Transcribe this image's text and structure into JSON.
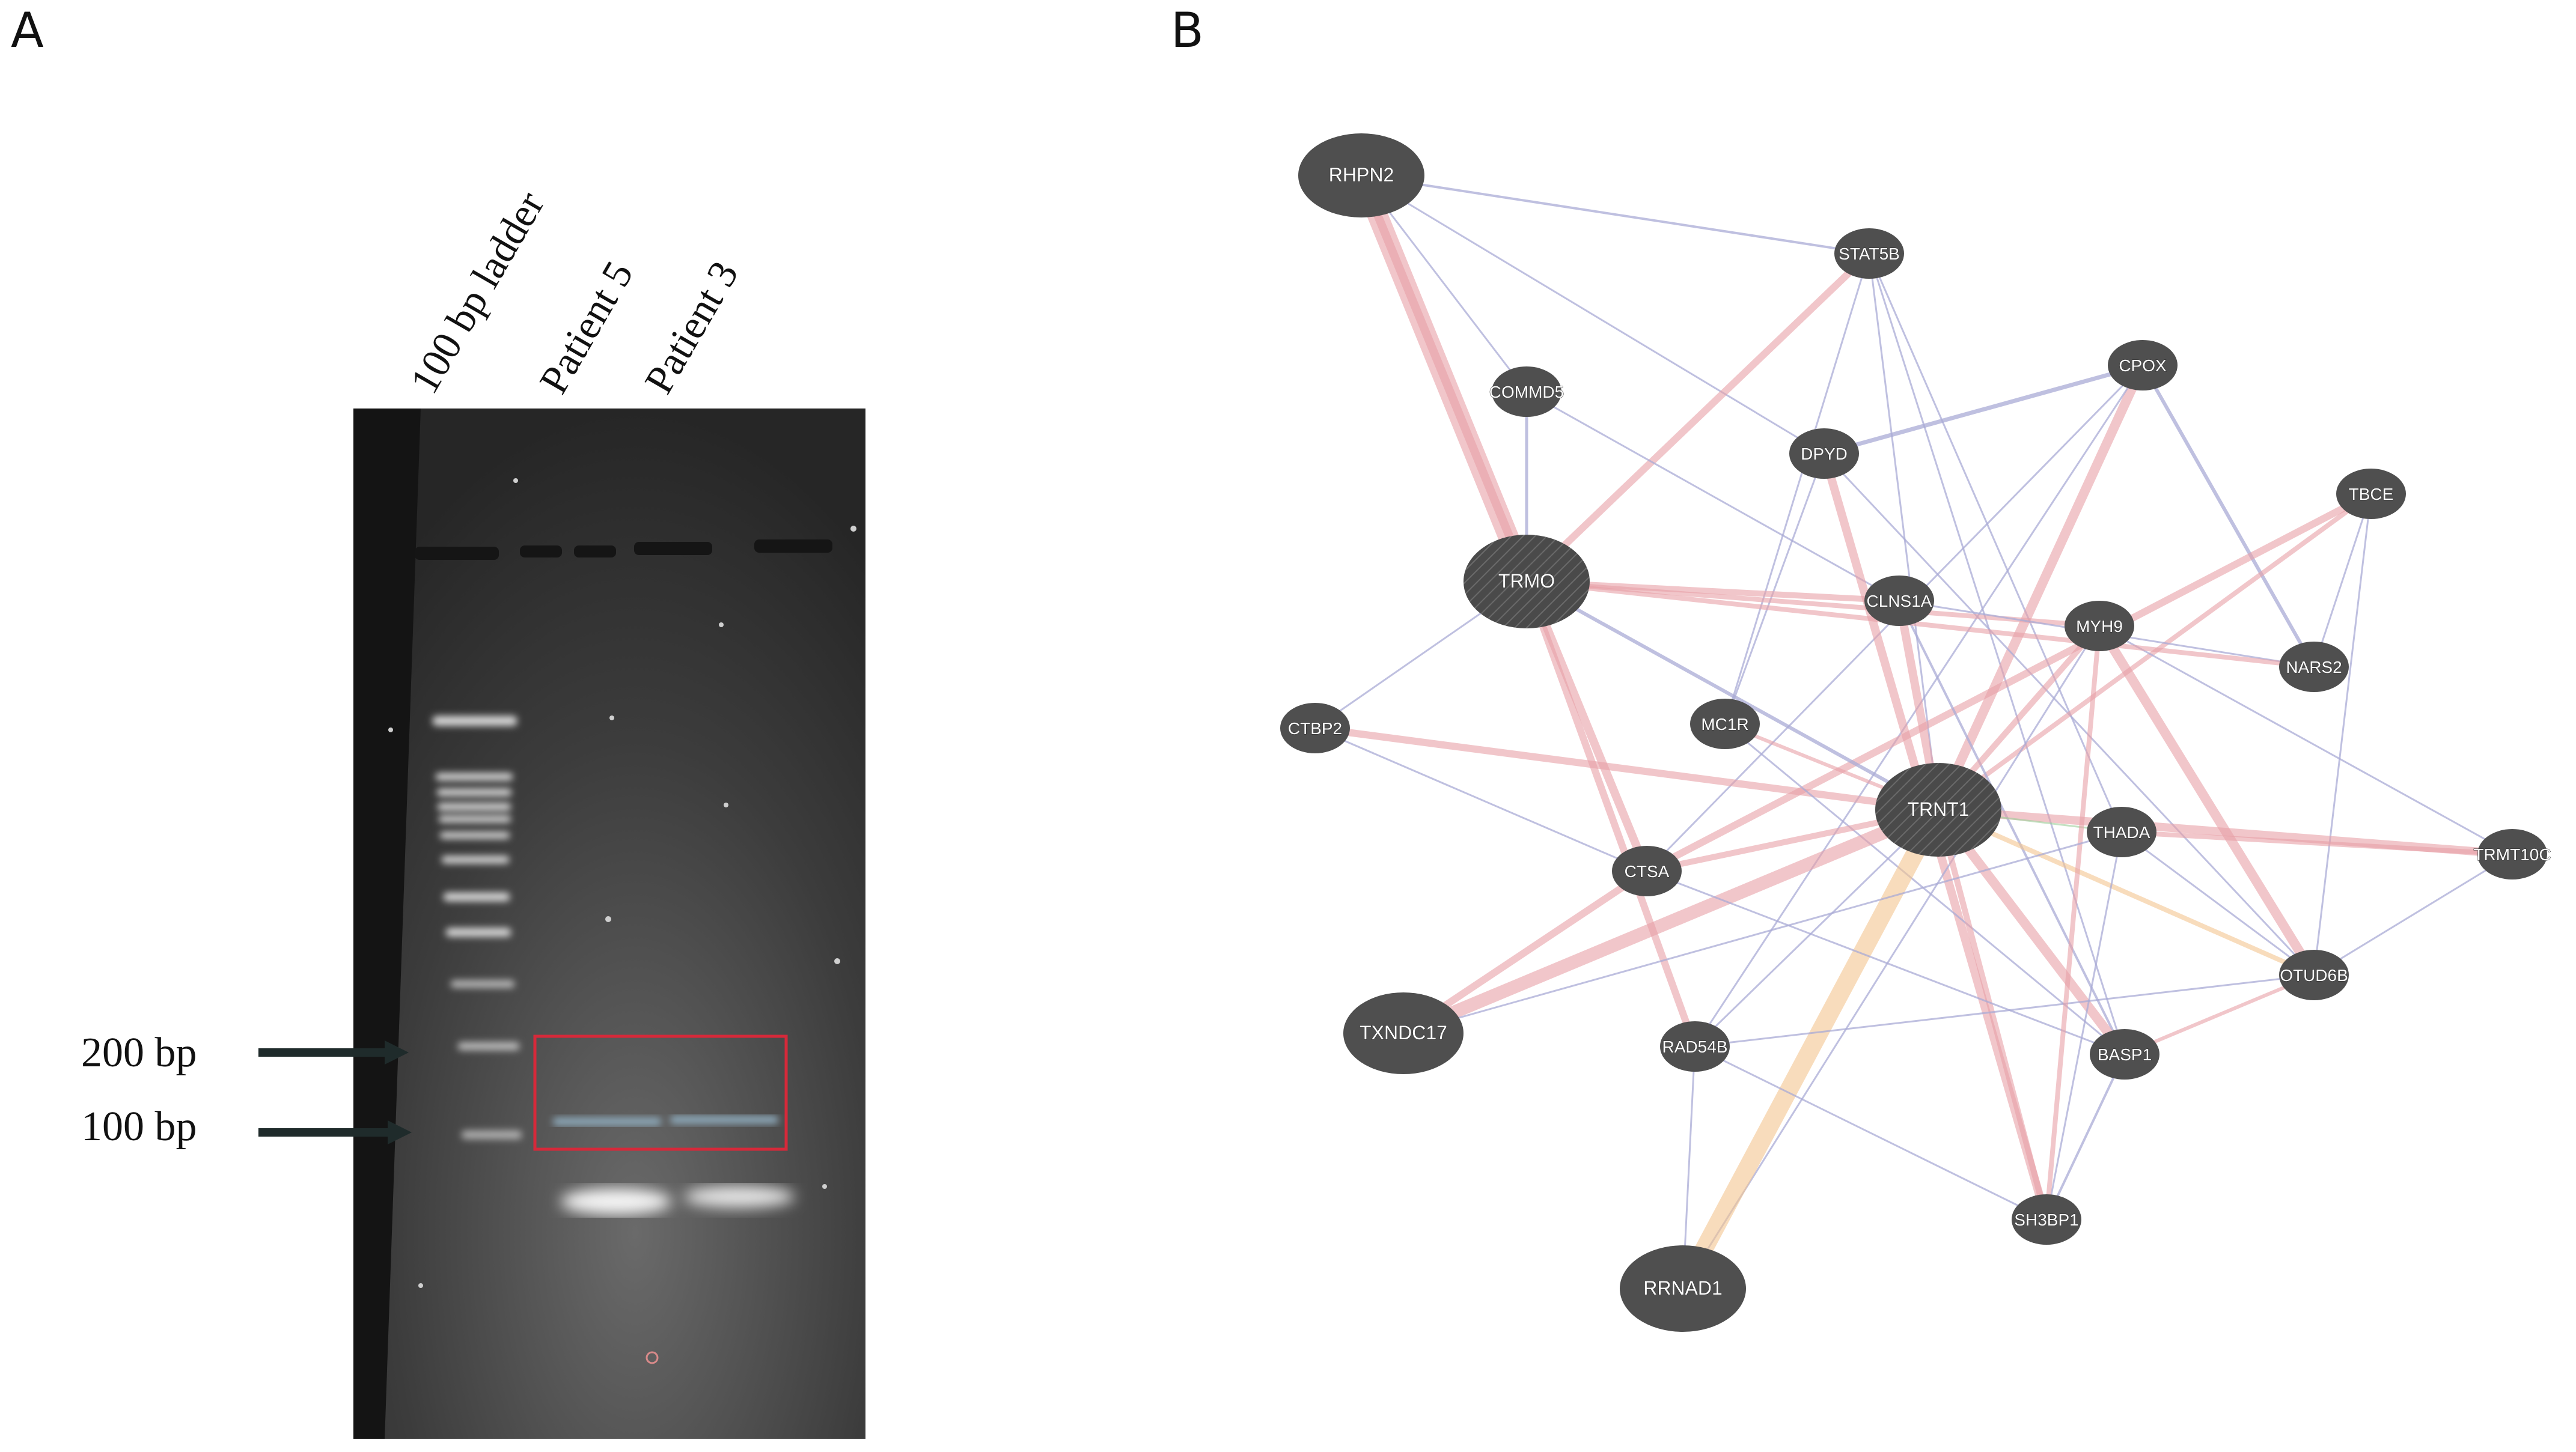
{
  "panels": {
    "a": {
      "letter": "A"
    },
    "b": {
      "letter": "B"
    }
  },
  "gel": {
    "lane_labels": [
      "100 bp ladder",
      "Patient 5",
      "Patient 3"
    ],
    "markers": [
      "200 bp",
      "100 bp"
    ]
  },
  "network": {
    "nodes": [
      {
        "id": "RHPN2",
        "size": "large"
      },
      {
        "id": "STAT5B",
        "size": "small"
      },
      {
        "id": "COMMD5",
        "size": "small"
      },
      {
        "id": "CPOX",
        "size": "small"
      },
      {
        "id": "DPYD",
        "size": "small"
      },
      {
        "id": "TBCE",
        "size": "small"
      },
      {
        "id": "TRMO",
        "size": "large",
        "hatched": true
      },
      {
        "id": "CLNS1A",
        "size": "small"
      },
      {
        "id": "MYH9",
        "size": "small"
      },
      {
        "id": "NARS2",
        "size": "small"
      },
      {
        "id": "CTBP2",
        "size": "small"
      },
      {
        "id": "MC1R",
        "size": "small"
      },
      {
        "id": "TRNT1",
        "size": "large",
        "hatched": true
      },
      {
        "id": "THADA",
        "size": "small"
      },
      {
        "id": "TRMT10C",
        "size": "small"
      },
      {
        "id": "CTSA",
        "size": "small"
      },
      {
        "id": "OTUD6B",
        "size": "small"
      },
      {
        "id": "TXNDC17",
        "size": "large"
      },
      {
        "id": "RAD54B",
        "size": "small"
      },
      {
        "id": "BASP1",
        "size": "small"
      },
      {
        "id": "SH3BP1",
        "size": "small"
      },
      {
        "id": "RRNAD1",
        "size": "large"
      }
    ],
    "edge_colors": {
      "pink": "#e8a0a6",
      "lavender": "#a9abd6",
      "orange": "#f3c48f",
      "green": "#9ccf9a"
    }
  }
}
